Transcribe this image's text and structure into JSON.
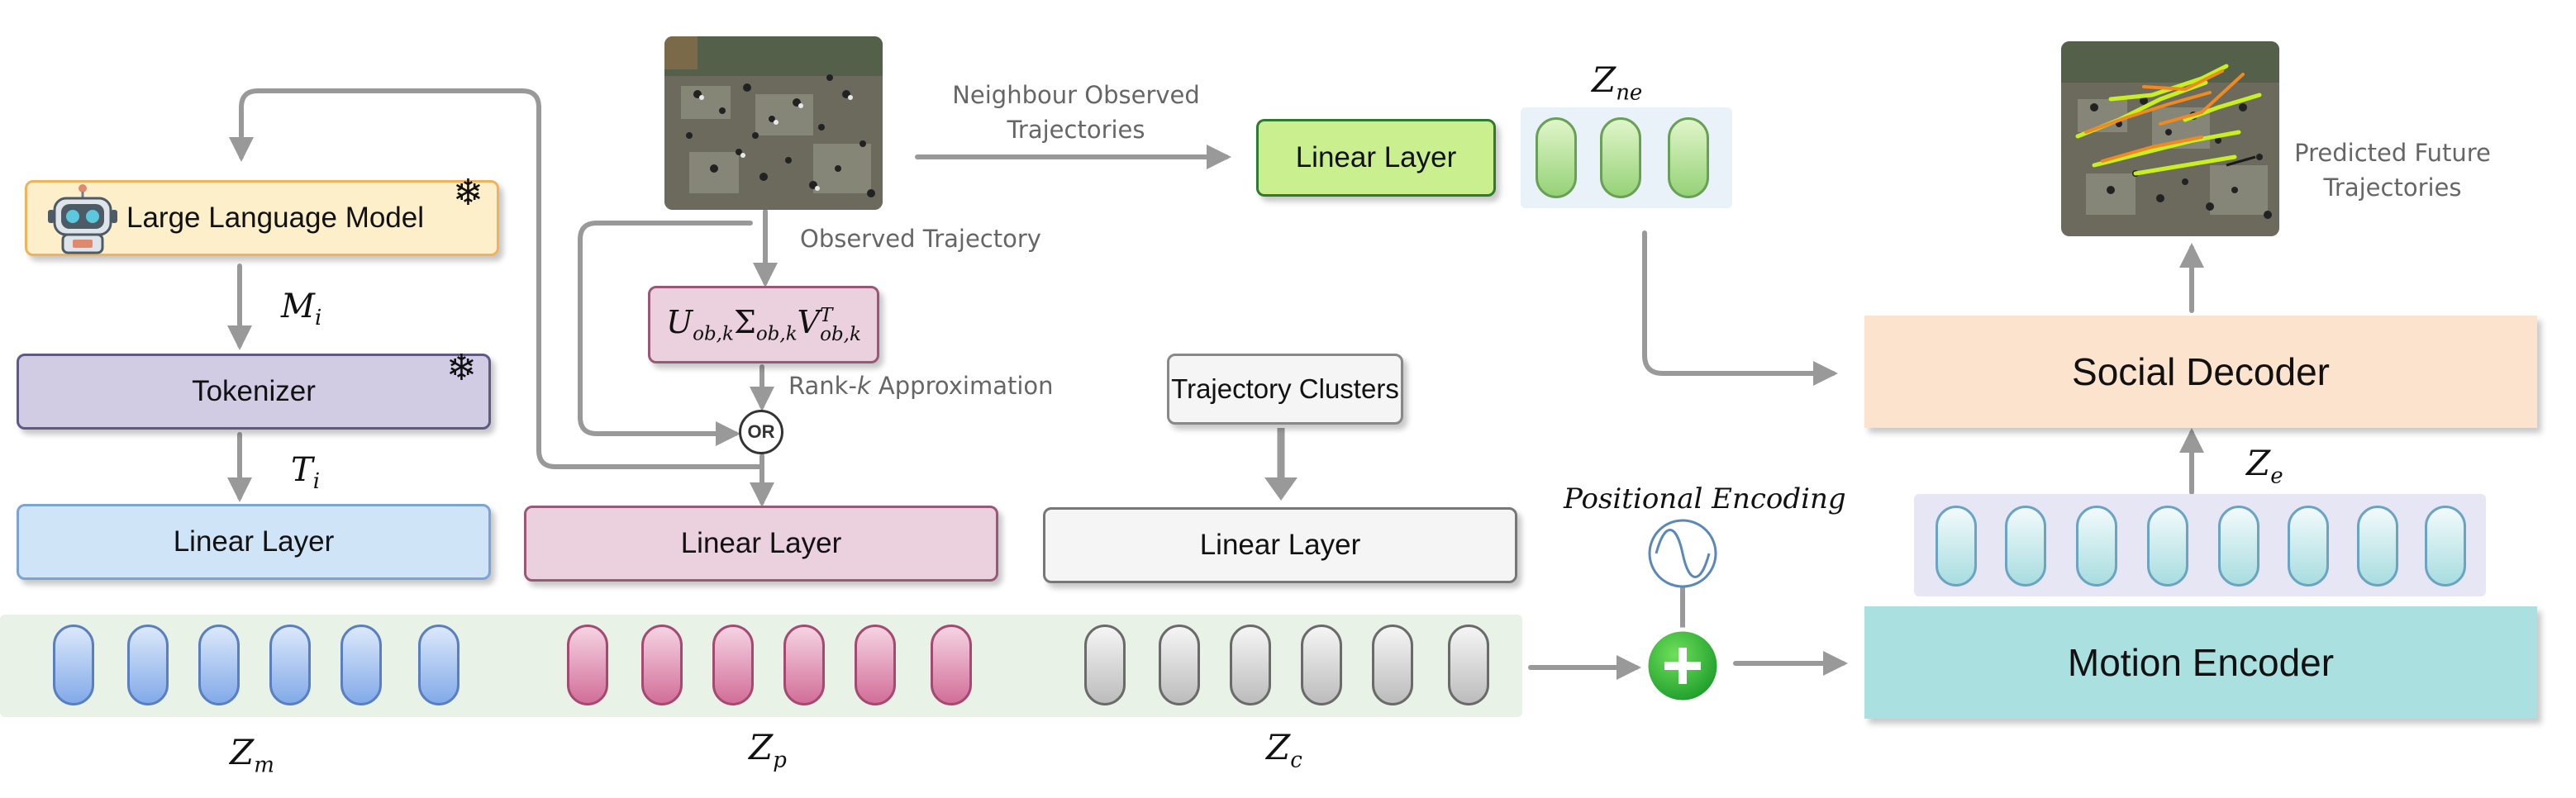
{
  "left_branch": {
    "llm_label": "Large Language Model",
    "m_label": "M",
    "m_sub": "i",
    "tokenizer_label": "Tokenizer",
    "t_label": "T",
    "t_sub": "i",
    "linear_label": "Linear Layer",
    "z_label": "Z",
    "z_sub": "m"
  },
  "middle_branch": {
    "observed_label": "Observed Trajectory",
    "rank_prefix": "Rank-",
    "rank_k": "k",
    "rank_suffix": " Approximation",
    "or_label": "OR",
    "linear_label": "Linear Layer",
    "z_label": "Z",
    "z_sub": "p"
  },
  "svd": {
    "u": "U",
    "u_sub": "ob,k",
    "sigma": "Σ",
    "sigma_sub": "ob,k",
    "v": "V",
    "v_sub": "ob,k",
    "v_sup": "T"
  },
  "cluster_branch": {
    "clusters_label": "Trajectory Clusters",
    "linear_label": "Linear Layer",
    "z_label": "Z",
    "z_sub": "c"
  },
  "neighbour_branch": {
    "line1": "Neighbour Observed",
    "line2": "Trajectories",
    "linear_label": "Linear Layer",
    "z_label": "Z",
    "z_sub": "ne"
  },
  "right_branch": {
    "positional_label": "Positional Encoding",
    "motion_encoder_label": "Motion Encoder",
    "z_label": "Z",
    "z_sub": "e",
    "social_decoder_label": "Social Decoder",
    "predicted_line1": "Predicted Future",
    "predicted_line2": "Trajectories"
  },
  "colors": {
    "llm_fill": "#fcefc9",
    "llm_border": "#f0b35a",
    "tokenizer_fill": "#d1cce3",
    "tokenizer_border": "#5f5a84",
    "linear_blue_fill": "#cfe4f7",
    "linear_blue_border": "#7aa4d4",
    "linear_pink_fill": "#ebd0dd",
    "linear_pink_border": "#9a5878",
    "linear_gray_fill": "#f5f5f5",
    "linear_gray_border": "#777777",
    "linear_green_fill": "#c9ef8f",
    "linear_green_border": "#2f7a2f",
    "motion_encoder_fill": "#abe0e1",
    "social_decoder_fill": "#fce3cd",
    "arrow": "#999999"
  }
}
